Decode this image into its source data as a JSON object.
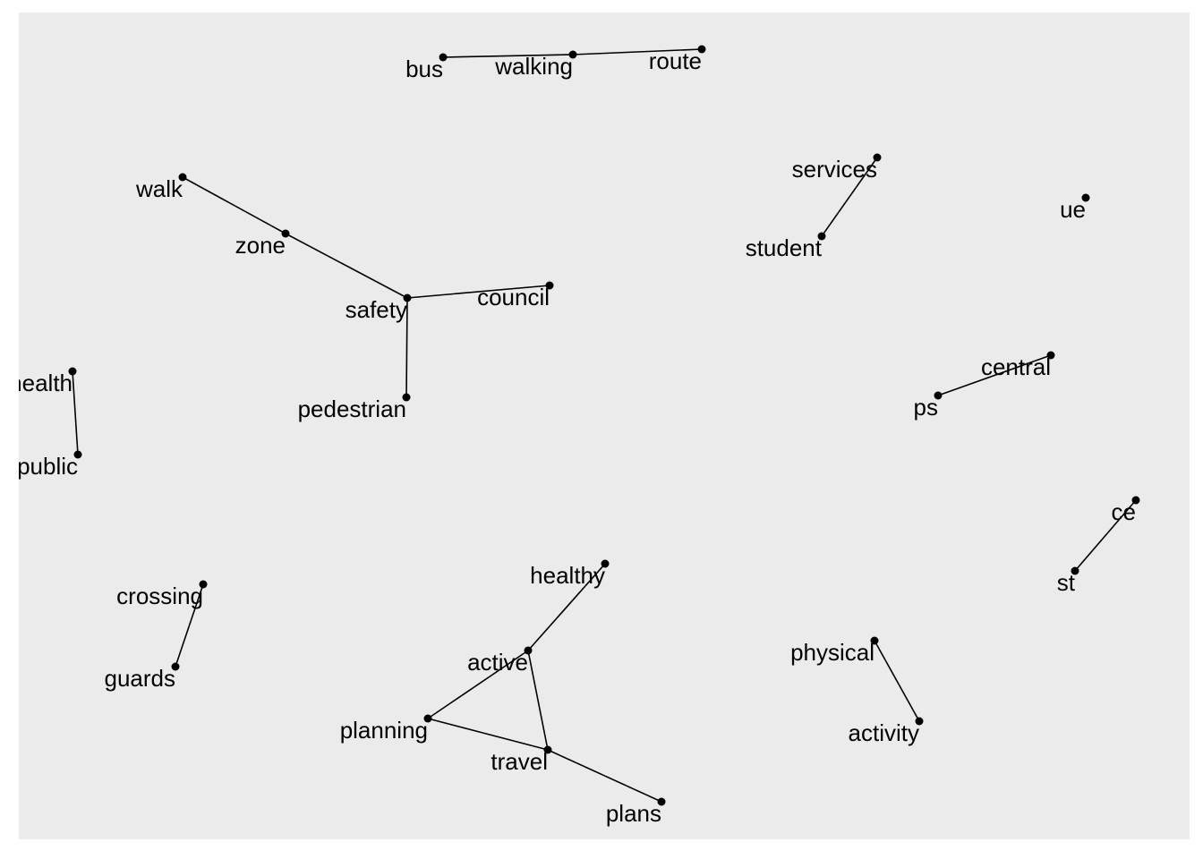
{
  "panel_background": "#ebebeb",
  "mark_color": "#000000",
  "nodes": [
    {
      "id": "bus",
      "label": "bus"
    },
    {
      "id": "walking",
      "label": "walking"
    },
    {
      "id": "route",
      "label": "route"
    },
    {
      "id": "services",
      "label": "services"
    },
    {
      "id": "student",
      "label": "student"
    },
    {
      "id": "ue",
      "label": "ue"
    },
    {
      "id": "walk",
      "label": "walk"
    },
    {
      "id": "zone",
      "label": "zone"
    },
    {
      "id": "safety",
      "label": "safety"
    },
    {
      "id": "council",
      "label": "council"
    },
    {
      "id": "pedestrian",
      "label": "pedestrian"
    },
    {
      "id": "health",
      "label": "health"
    },
    {
      "id": "public",
      "label": "public"
    },
    {
      "id": "central",
      "label": "central"
    },
    {
      "id": "ps",
      "label": "ps"
    },
    {
      "id": "ce",
      "label": "ce"
    },
    {
      "id": "st",
      "label": "st"
    },
    {
      "id": "crossing",
      "label": "crossing"
    },
    {
      "id": "guards",
      "label": "guards"
    },
    {
      "id": "healthy",
      "label": "healthy"
    },
    {
      "id": "active",
      "label": "active"
    },
    {
      "id": "planning",
      "label": "planning"
    },
    {
      "id": "travel",
      "label": "travel"
    },
    {
      "id": "plans",
      "label": "plans"
    },
    {
      "id": "physical",
      "label": "physical"
    },
    {
      "id": "activity",
      "label": "activity"
    }
  ],
  "edges": [
    [
      "bus",
      "walking"
    ],
    [
      "walking",
      "route"
    ],
    [
      "services",
      "student"
    ],
    [
      "walk",
      "zone"
    ],
    [
      "zone",
      "safety"
    ],
    [
      "safety",
      "council"
    ],
    [
      "safety",
      "pedestrian"
    ],
    [
      "health",
      "public"
    ],
    [
      "central",
      "ps"
    ],
    [
      "ce",
      "st"
    ],
    [
      "crossing",
      "guards"
    ],
    [
      "healthy",
      "active"
    ],
    [
      "active",
      "planning"
    ],
    [
      "active",
      "travel"
    ],
    [
      "planning",
      "travel"
    ],
    [
      "travel",
      "plans"
    ],
    [
      "physical",
      "activity"
    ]
  ]
}
